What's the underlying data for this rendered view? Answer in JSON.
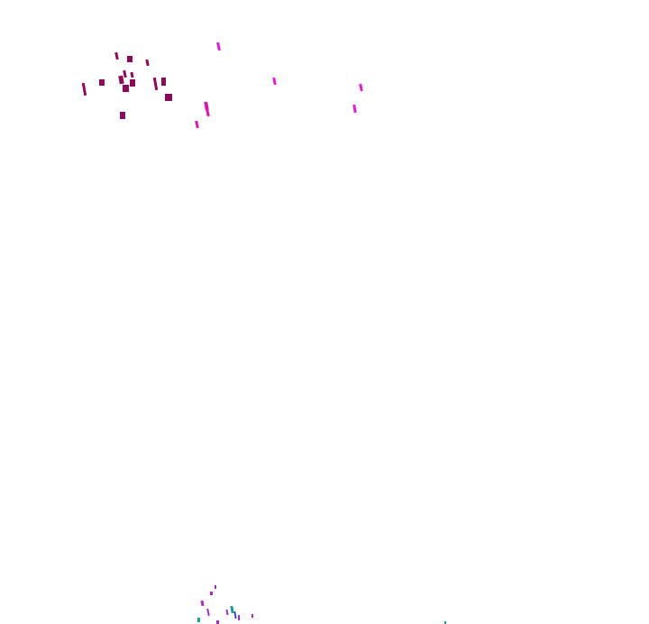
{
  "colors": {
    "background": "#ffffff",
    "dark_magenta": "#8b0a5a",
    "magenta": "#e020d0",
    "pink_magenta": "#d81aa8",
    "teal": "#20a090",
    "blue": "#3050c0",
    "violet": "#a030c0"
  },
  "fragment_groups": [
    {
      "name": "upper-left-cluster",
      "color": "dark_magenta"
    },
    {
      "name": "upper-scattered-marks",
      "color": "magenta"
    },
    {
      "name": "bottom-cluster",
      "color": "violet"
    }
  ]
}
